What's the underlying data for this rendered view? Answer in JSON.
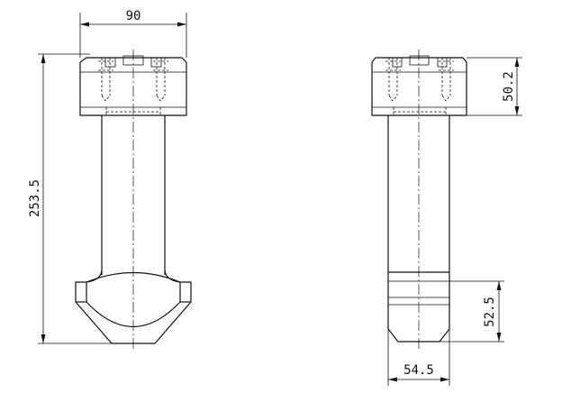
{
  "drawing": {
    "dimensions": {
      "head_width": "90",
      "overall_height": "253.5",
      "head_height": "50.2",
      "foot_height": "52.5",
      "shaft_width": "54.5"
    }
  }
}
